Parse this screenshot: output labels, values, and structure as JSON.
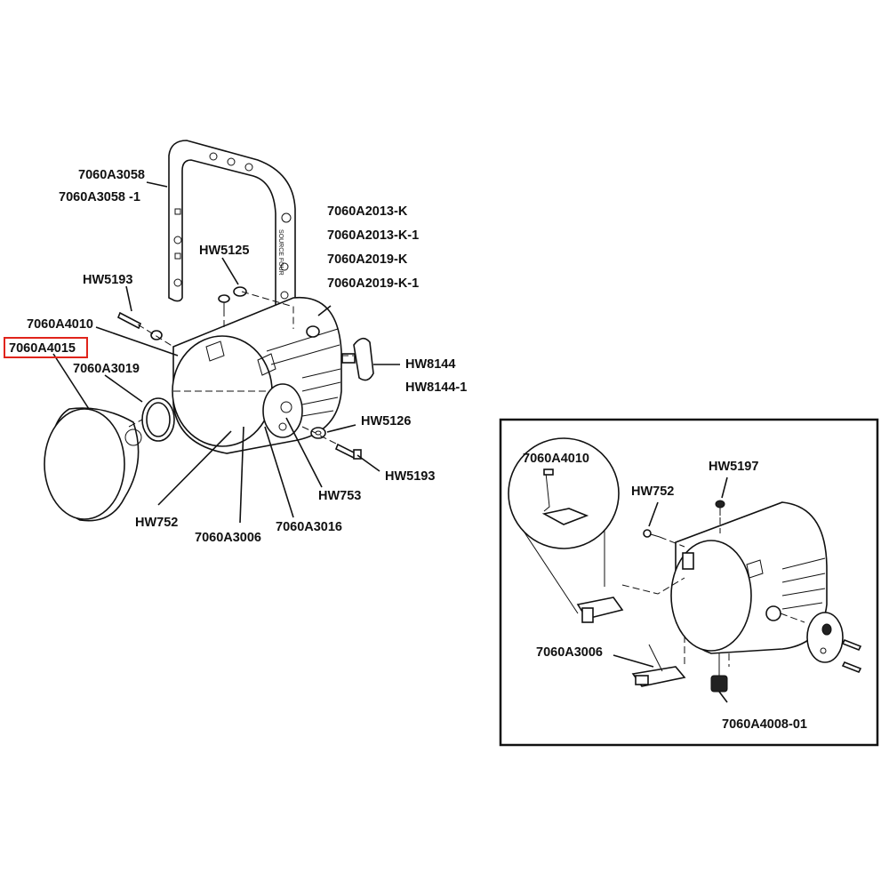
{
  "diagram": {
    "labels": {
      "yoke_a": "7060A3058",
      "yoke_b": "7060A3058 -1",
      "body_a": "7060A2013-K",
      "body_b": "7060A2013-K-1",
      "body_c": "7060A2019-K",
      "body_d": "7060A2019-K-1",
      "hw5125": "HW5125",
      "hw5193_top": "HW5193",
      "clip_4010": "7060A4010",
      "reflector_4015": "7060A4015",
      "ring_3019": "7060A3019",
      "knob_8144": "HW8144",
      "knob_8144_1": "HW8144-1",
      "washer_5126": "HW5126",
      "bolt_5193": "HW5193",
      "washer_753": "HW753",
      "screw_752": "HW752",
      "bracket_3006": "7060A3006",
      "plate_3016": "7060A3016",
      "yoke_text": "SOURCE FOUR"
    },
    "inset": {
      "labels": {
        "clip_4010": "7060A4010",
        "screw_752": "HW752",
        "screw_5197": "HW5197",
        "bracket_3006": "7060A3006",
        "knob_4008": "7060A4008-01"
      }
    },
    "highlight_color": "#e0241b"
  }
}
